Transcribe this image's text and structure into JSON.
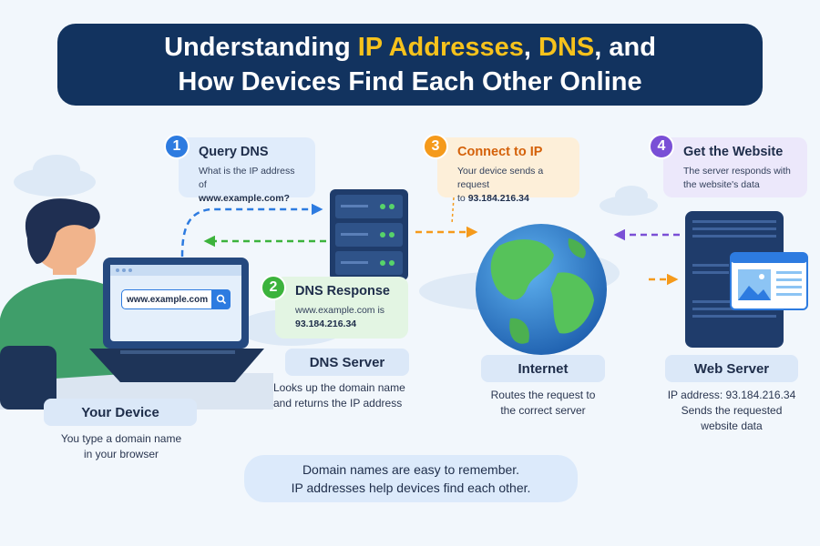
{
  "title": {
    "line1_pre": "Understanding ",
    "line1_hl1": "IP Addresses",
    "line1_sep": ", ",
    "line1_hl2": "DNS",
    "line1_post": ", and",
    "line2": "How Devices Find Each Other Online"
  },
  "colors": {
    "title_bg": "#12335f",
    "highlight": "#f6c21c",
    "step1": "#2d7be0",
    "step2": "#3cb33c",
    "step3": "#f59a1b",
    "step4": "#7a4fd6"
  },
  "steps": [
    {
      "number": "1",
      "title": "Query DNS",
      "text_line1": "What is the IP address of",
      "text_line2": "www.example.com?"
    },
    {
      "number": "2",
      "title": "DNS Response",
      "text_line1": "www.example.com is",
      "text_line2": "93.184.216.34"
    },
    {
      "number": "3",
      "title": "Connect to IP",
      "text_line1": "Your device sends a request",
      "text_line2_pre": "to ",
      "text_line2_value": "93.184.216.34"
    },
    {
      "number": "4",
      "title": "Get the Website",
      "text_line1": "The server responds with",
      "text_line2": "the website's data"
    }
  ],
  "nodes": {
    "device": {
      "label": "Your Device",
      "desc_line1": "You type a domain name",
      "desc_line2": "in your browser",
      "url": "www.example.com",
      "icon": "laptop-icon"
    },
    "dns": {
      "label": "DNS Server",
      "desc_line1": "Looks up the domain name",
      "desc_line2": "and returns the IP address",
      "icon": "server-rack-icon"
    },
    "internet": {
      "label": "Internet",
      "desc_line1": "Routes the request to",
      "desc_line2": "the correct server",
      "icon": "globe-icon"
    },
    "web": {
      "label": "Web Server",
      "desc_line1": "IP address: 93.184.216.34",
      "desc_line2": "Sends the requested",
      "desc_line3": "website data",
      "icon": "web-server-icon"
    }
  },
  "note": {
    "line1": "Domain names are easy to remember.",
    "line2": "IP addresses help devices find each other."
  }
}
